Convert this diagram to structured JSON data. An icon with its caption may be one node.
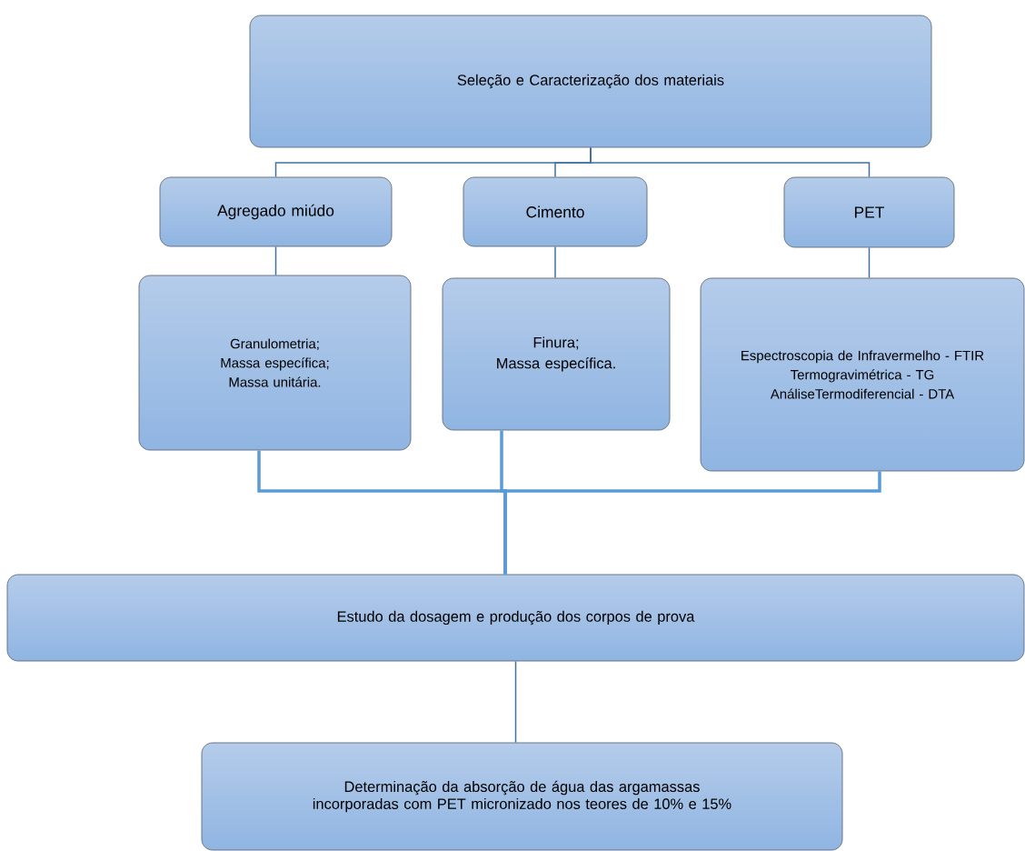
{
  "diagram": {
    "nodes": [
      {
        "text": [
          "Seleção e Caracterização dos materiais"
        ]
      },
      {
        "text": [
          "Agregado miúdo"
        ]
      },
      {
        "text": [
          "Cimento"
        ]
      },
      {
        "text": [
          "PET"
        ]
      },
      {
        "text": [
          "Granulometria;",
          "Massa específica;",
          "Massa unitária."
        ]
      },
      {
        "text": [
          "Finura;",
          "Massa específica."
        ]
      },
      {
        "text": [
          "Espectroscopia de Infravermelho - FTIR",
          "Termogravimétrica - TG",
          "AnáliseTermodiferencial - DTA"
        ]
      },
      {
        "text": [
          "Estudo da dosagem  e produção dos corpos de prova"
        ]
      },
      {
        "text": [
          "Determinação da absorção de água das argamassas incorporadas com PET micronizado nos teores de 10% e 15%"
        ]
      }
    ],
    "edges": [
      {
        "from": 0,
        "to": 1,
        "arrow": "none"
      },
      {
        "from": 0,
        "to": 2,
        "arrow": "none"
      },
      {
        "from": 0,
        "to": 3,
        "arrow": "none"
      },
      {
        "from": 1,
        "to": 4,
        "arrow": "none"
      },
      {
        "from": 2,
        "to": 5,
        "arrow": "none"
      },
      {
        "from": 3,
        "to": 6,
        "arrow": "none"
      },
      {
        "from": 4,
        "to": 7,
        "arrow": "none",
        "style": "thick",
        "color": "#5b9bd5"
      },
      {
        "from": 5,
        "to": 7,
        "arrow": "none",
        "style": "thick",
        "color": "#5b9bd5"
      },
      {
        "from": 6,
        "to": 7,
        "arrow": "none",
        "style": "thick",
        "color": "#5b9bd5"
      },
      {
        "from": 7,
        "to": 8,
        "arrow": "none"
      }
    ]
  }
}
